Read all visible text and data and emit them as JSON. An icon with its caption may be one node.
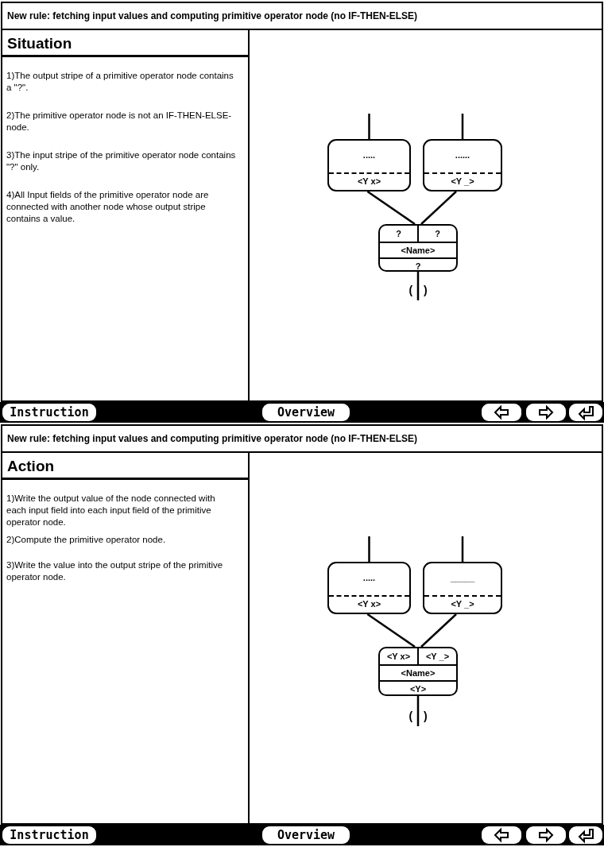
{
  "diagram": {
    "nodes": [
      {
        "text": [
          ".....",
          "<Y x>"
        ]
      },
      {
        "text": [
          "......",
          "<Y _>"
        ]
      },
      {
        "text": [
          "<Name>",
          "?"
        ]
      },
      {
        "text": [
          "?"
        ],
        "in": 2
      },
      {
        "text": [
          "?"
        ],
        "in": 2
      },
      {
        "text": [
          "( )"
        ]
      },
      {
        "text": [
          ".....",
          "<Y x>"
        ]
      },
      {
        "text": [
          "_____",
          "<Y _>"
        ]
      },
      {
        "text": [
          "<Name>",
          "<Y>"
        ]
      },
      {
        "text": [
          "<Y x>"
        ],
        "in": 8
      },
      {
        "text": [
          "<Y _>"
        ],
        "in": 8
      },
      {
        "text": [
          "( )"
        ]
      }
    ],
    "edges": [
      {
        "from": null,
        "to": 0,
        "arrow": "none"
      },
      {
        "from": null,
        "to": 1,
        "arrow": "none"
      },
      {
        "from": 0,
        "to": 3,
        "arrow": "none"
      },
      {
        "from": 1,
        "to": 4,
        "arrow": "none"
      },
      {
        "from": 2,
        "to": 5,
        "arrow": "none"
      },
      {
        "from": null,
        "to": 6,
        "arrow": "none"
      },
      {
        "from": null,
        "to": 7,
        "arrow": "none"
      },
      {
        "from": 6,
        "to": 9,
        "arrow": "none"
      },
      {
        "from": 7,
        "to": 10,
        "arrow": "none"
      },
      {
        "from": 8,
        "to": 11,
        "arrow": "none"
      }
    ],
    "labels": [
      "New rule: fetching input values and computing primitive operator node (no IF-THEN-ELSE)",
      "Situation",
      "1)The output stripe of a primitive operator node contains a \"?\".",
      "2)The primitive operator  node is not an IF-THEN-ELSE-node.",
      "3)The input stripe of the primitive operator node contains \"?\" only.",
      "4)All Input fields of the primitive operator node are connected with another node whose output stripe contains a value.",
      "Instruction",
      "Overview",
      "New rule: fetching input values and computing primitive operator node (no IF-THEN-ELSE)",
      "Action",
      "1)Write the output value of the node connected with each input field into each input field of the primitive operator node.",
      "2)Compute the primitive operator node.",
      "3)Write the value into the output stripe of the primitive operator node.",
      "Instruction",
      "Overview"
    ]
  }
}
